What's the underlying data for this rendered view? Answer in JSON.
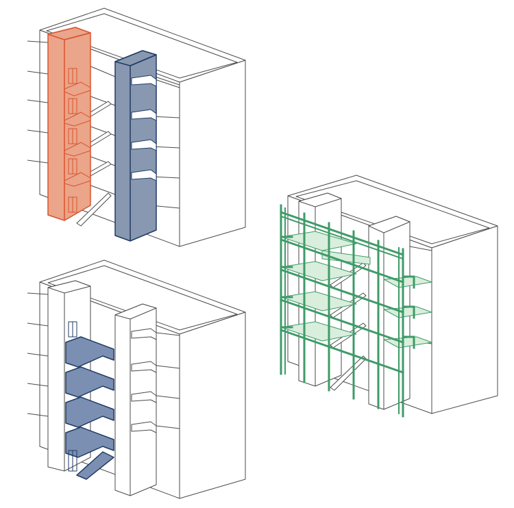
{
  "diagram": {
    "type": "axonometric-building-diagrams",
    "panels": [
      {
        "id": "top-left",
        "highlight": "vertical-circulation-cores"
      },
      {
        "id": "bottom-left",
        "highlight": "stairs"
      },
      {
        "id": "right",
        "highlight": "structural-frame"
      }
    ]
  },
  "colors": {
    "line": "#4a4a4a",
    "stair_core_fill": "#eaa58a",
    "stair_core_stroke": "#d9532c",
    "lift_core_fill": "#8898b0",
    "lift_core_stroke": "#1f3a64",
    "stairs_fill": "#7b8fb2",
    "stairs_stroke": "#1f3a64",
    "frame_stroke": "#3e9b68",
    "slab_fill": "#d9eedc"
  }
}
